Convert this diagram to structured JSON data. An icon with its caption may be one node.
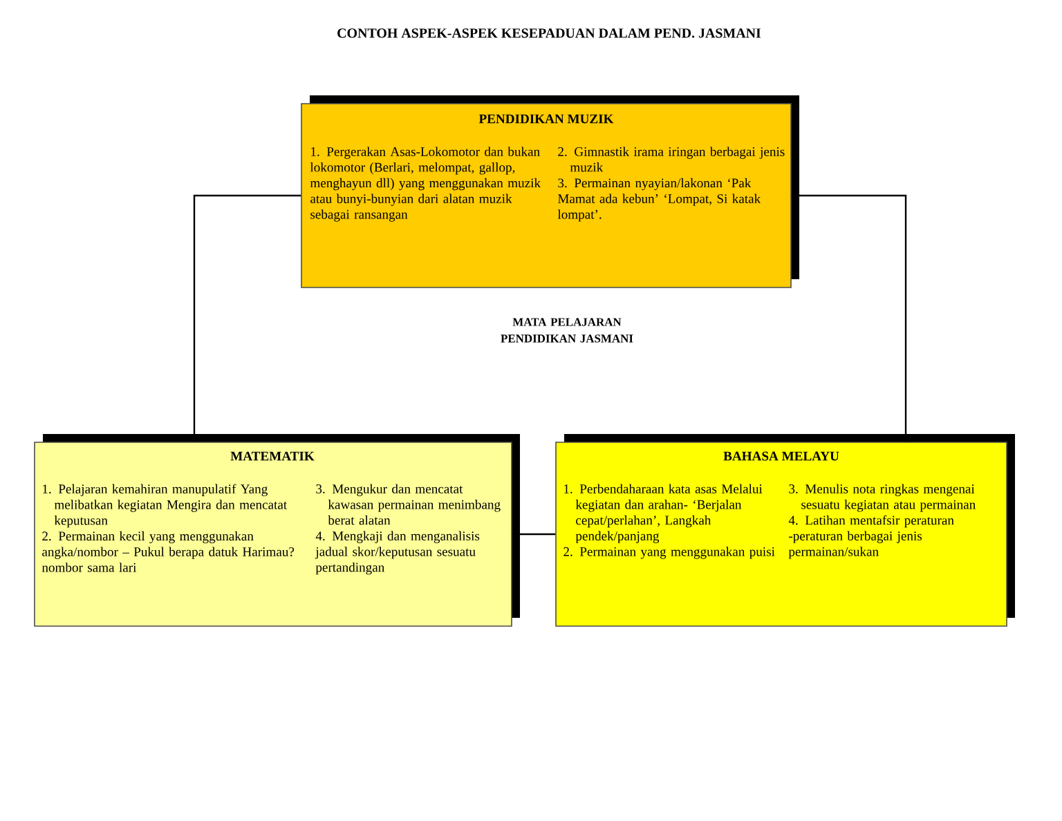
{
  "diagram": {
    "title": "CONTOH ASPEK-ASPEK KESEPADUAN DALAM PEND. JASMANI",
    "nodes": [
      {
        "text": [
          "PENDIDIKAN MUZIK",
          "1. Pergerakan Asas-Lokomotor dan bukan lokomotor (Berlari, melompat, gallop, menghayun dll) yang menggunakan muzik atau bunyi-bunyian dari alatan muzik sebagai ransangan",
          "2. Gimnastik irama iringan berbagai jenis muzik",
          "3. Permainan nyayian/lakonan ‘Pak Mamat ada kebun’ ‘Lompat, Si katak lompat’."
        ]
      },
      {
        "text": [
          "MATEMATIK",
          "1. Pelajaran kemahiran manupulatif Yang melibatkan kegiatan Mengira dan mencatat keputusan",
          "2. Permainan kecil yang menggunakan angka/nombor – Pukul berapa datuk Harimau? nombor sama lari",
          "3. Mengukur dan mencatat kawasan permainan menimbang berat alatan",
          "4. Mengkaji dan menganalisis jadual skor/keputusan sesuatu pertandingan"
        ]
      },
      {
        "text": [
          "BAHASA MELAYU",
          "1. Perbendaharaan kata asas Melalui kegiatan dan arahan- ‘Berjalan cepat/perlahan’, Langkah pendek/panjang",
          "2. Permainan yang menggunakan puisi",
          "3. Menulis nota ringkas mengenai sesuatu kegiatan atau permainan",
          "4. Latihan mentafsir peraturan -peraturan berbagai jenis permainan/sukan"
        ]
      }
    ],
    "edges": [
      {
        "from": 0,
        "to": 1,
        "arrow": "none"
      },
      {
        "from": 0,
        "to": 2,
        "arrow": "none"
      },
      {
        "from": 1,
        "to": 2,
        "arrow": "none"
      }
    ],
    "labels": [
      "MATA PELAJARAN PENDIDIKAN JASMANI"
    ]
  }
}
